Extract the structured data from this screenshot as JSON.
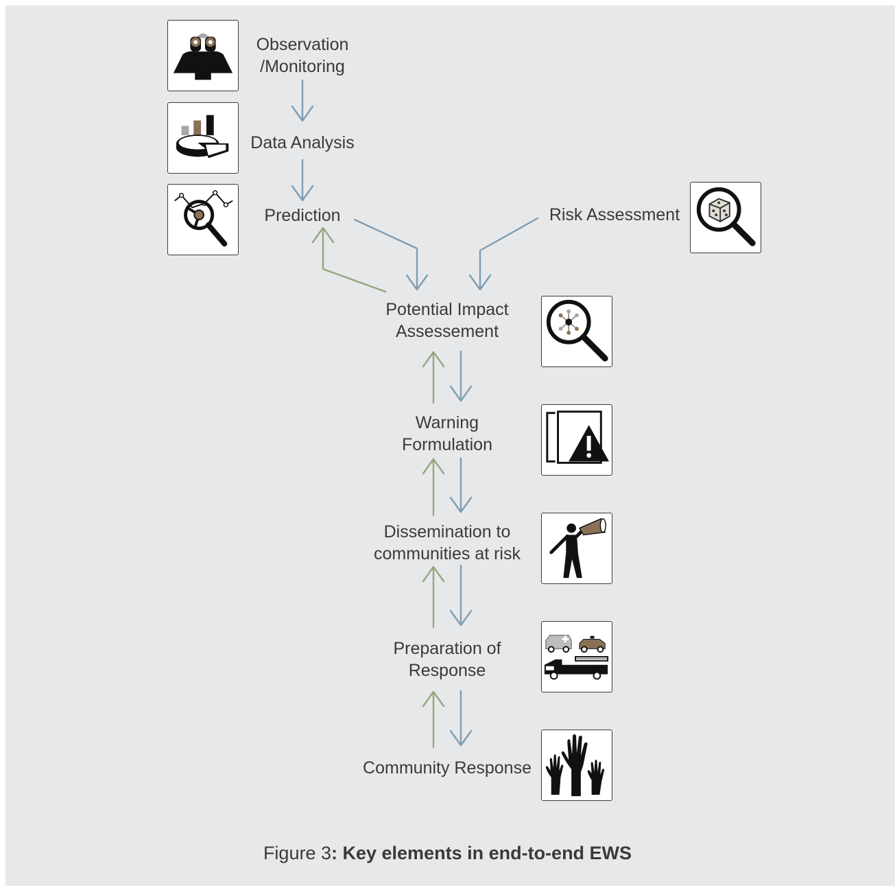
{
  "colors": {
    "panel_bg": "#e7e8ea",
    "down_arrow": "#7e9db3",
    "up_arrow": "#95a67d",
    "icon_accent": "#8a7156",
    "icon_gray": "#a7a7a7"
  },
  "nodes": {
    "observation": {
      "line1": "Observation",
      "line2": "/Monitoring",
      "icon": "binoculars-icon"
    },
    "data_analysis": {
      "line1": "Data Analysis",
      "icon": "pie-bar-chart-icon"
    },
    "prediction": {
      "line1": "Prediction",
      "icon": "forecast-magnifier-icon"
    },
    "risk_assessment": {
      "line1": "Risk Assessment",
      "icon": "dice-magnifier-icon"
    },
    "impact_assessment": {
      "line1": "Potential Impact",
      "line2": "Assessement",
      "icon": "network-magnifier-icon"
    },
    "warning": {
      "line1": "Warning",
      "line2": "Formulation",
      "icon": "warning-document-icon"
    },
    "dissemination": {
      "line1": "Dissemination to",
      "line2": "communities at risk",
      "icon": "megaphone-person-icon"
    },
    "preparation": {
      "line1": "Preparation of",
      "line2": "Response",
      "icon": "emergency-vehicles-icon"
    },
    "community": {
      "line1": "Community Response",
      "icon": "raised-hands-icon"
    }
  },
  "caption": {
    "prefix": "Figure 3",
    "bold": ": Key elements in end-to-end EWS"
  }
}
